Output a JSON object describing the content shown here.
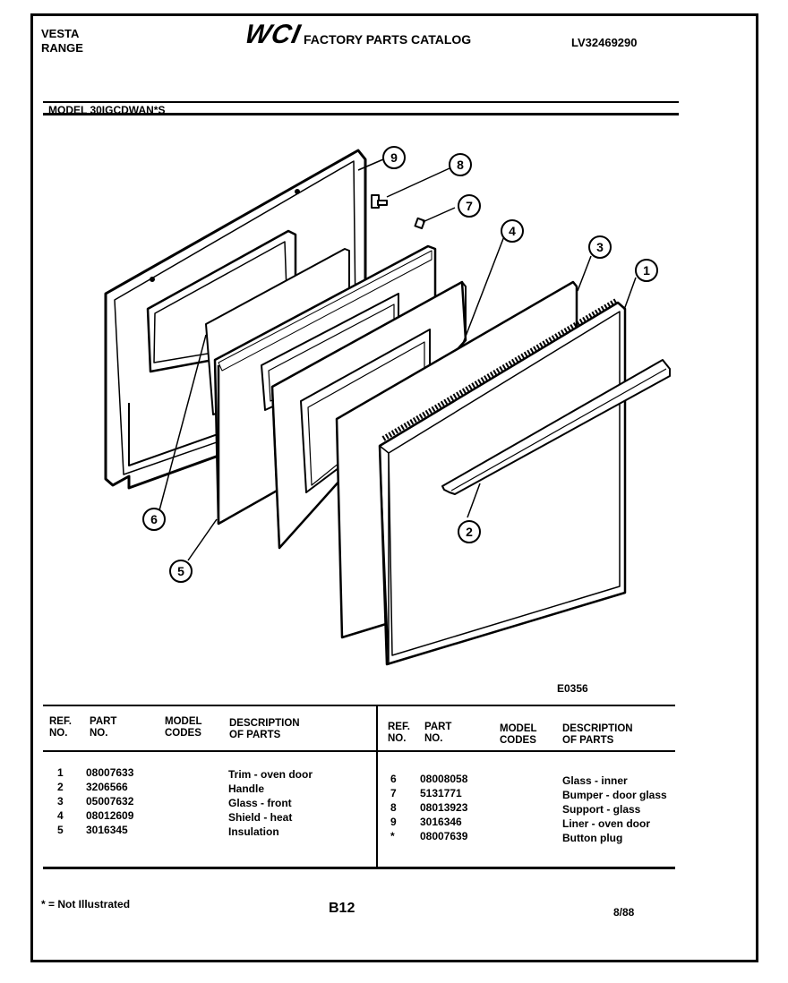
{
  "header": {
    "brand_line1": "VESTA",
    "brand_line2": "RANGE",
    "logo": "WCI",
    "catalog_title": "FACTORY PARTS CATALOG",
    "catalog_number": "LV32469290",
    "model": "MODEL 30IGCDWAN*S"
  },
  "diagram": {
    "callouts": [
      "1",
      "2",
      "3",
      "4",
      "5",
      "6",
      "7",
      "8",
      "9"
    ],
    "code": "E0356"
  },
  "parts_table": {
    "headers": {
      "ref_no": "REF. NO.",
      "part_no": "PART NO.",
      "model_codes": "MODEL CODES",
      "description": "DESCRIPTION OF PARTS"
    },
    "left": [
      {
        "ref": "1",
        "part": "08007633",
        "desc": "Trim - oven door"
      },
      {
        "ref": "2",
        "part": "3206566",
        "desc": "Handle"
      },
      {
        "ref": "3",
        "part": "05007632",
        "desc": "Glass - front"
      },
      {
        "ref": "4",
        "part": "08012609",
        "desc": "Shield - heat"
      },
      {
        "ref": "5",
        "part": "3016345",
        "desc": "Insulation"
      }
    ],
    "right": [
      {
        "ref": "6",
        "part": "08008058",
        "desc": "Glass - inner"
      },
      {
        "ref": "7",
        "part": "5131771",
        "desc": "Bumper - door glass"
      },
      {
        "ref": "8",
        "part": "08013923",
        "desc": "Support - glass"
      },
      {
        "ref": "9",
        "part": "3016346",
        "desc": "Liner - oven door"
      },
      {
        "ref": "*",
        "part": "08007639",
        "desc": "Button plug"
      }
    ]
  },
  "footer": {
    "footnote": "* = Not Illustrated",
    "page": "B12",
    "date": "8/88"
  }
}
